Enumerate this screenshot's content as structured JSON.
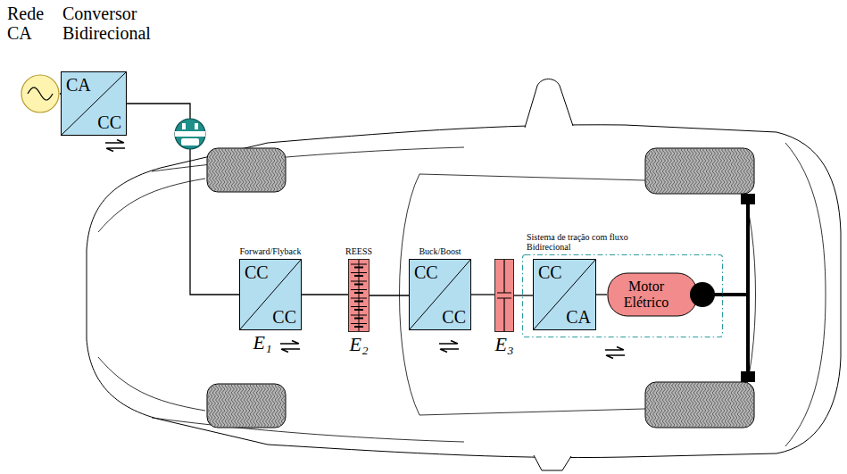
{
  "diagram": {
    "nodes": [
      {
        "text": [
          "Rede CA"
        ]
      },
      {
        "text": [
          "Conversor Bidirecional",
          "CA",
          "CC"
        ]
      },
      {
        "text": [
          "Forward/Flyback",
          "CC",
          "CC",
          "E₁"
        ]
      },
      {
        "text": [
          "REESS",
          "E₂"
        ]
      },
      {
        "text": [
          "Buck/Boost",
          "CC",
          "CC"
        ]
      },
      {
        "text": [
          "E₃"
        ]
      },
      {
        "text": [
          "Sistema de tração com fluxo Bidirecional"
        ]
      },
      {
        "text": [
          "CC",
          "CA"
        ],
        "in": 6
      },
      {
        "text": [
          "Motor Elétrico"
        ],
        "in": 6
      }
    ],
    "edges": [
      {
        "from": 0,
        "to": 1,
        "arrow": "none"
      },
      {
        "from": 1,
        "to": 2,
        "arrow": "none"
      },
      {
        "from": 2,
        "to": 3,
        "arrow": "none"
      },
      {
        "from": 3,
        "to": 4,
        "arrow": "none"
      },
      {
        "from": 4,
        "to": 5,
        "arrow": "none"
      },
      {
        "from": 5,
        "to": 7,
        "arrow": "none"
      },
      {
        "from": 7,
        "to": 8,
        "arrow": "none"
      }
    ]
  }
}
